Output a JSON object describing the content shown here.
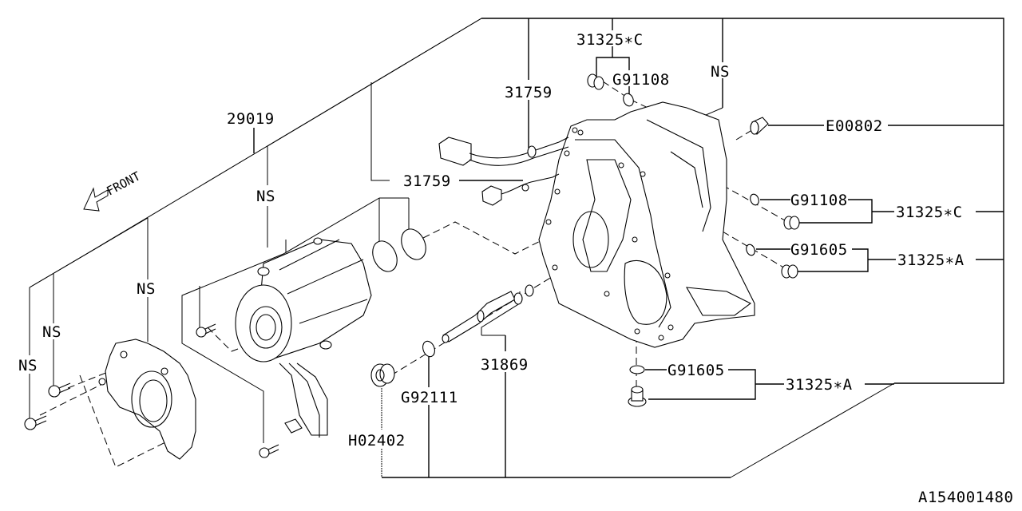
{
  "diagram": {
    "figure_id": "A154001480",
    "front_label": "FRONT",
    "callouts": {
      "c31325c_top": "31325∗C",
      "g91108_top": "G91108",
      "ns_top": "NS",
      "c31759_top": "31759",
      "c31759_mid": "31759",
      "c29019": "29019",
      "ns_motor": "NS",
      "ns_pump": "NS",
      "ns_bolt_a": "NS",
      "ns_bolt_b": "NS",
      "e00802": "E00802",
      "g91108_right": "G91108",
      "c31325c_right": "31325∗C",
      "g91605_right": "G91605",
      "c31325a_right": "31325∗A",
      "g91605_bottom": "G91605",
      "c31325a_bottom": "31325∗A",
      "c31869": "31869",
      "g92111": "G92111",
      "h02402": "H02402"
    }
  }
}
